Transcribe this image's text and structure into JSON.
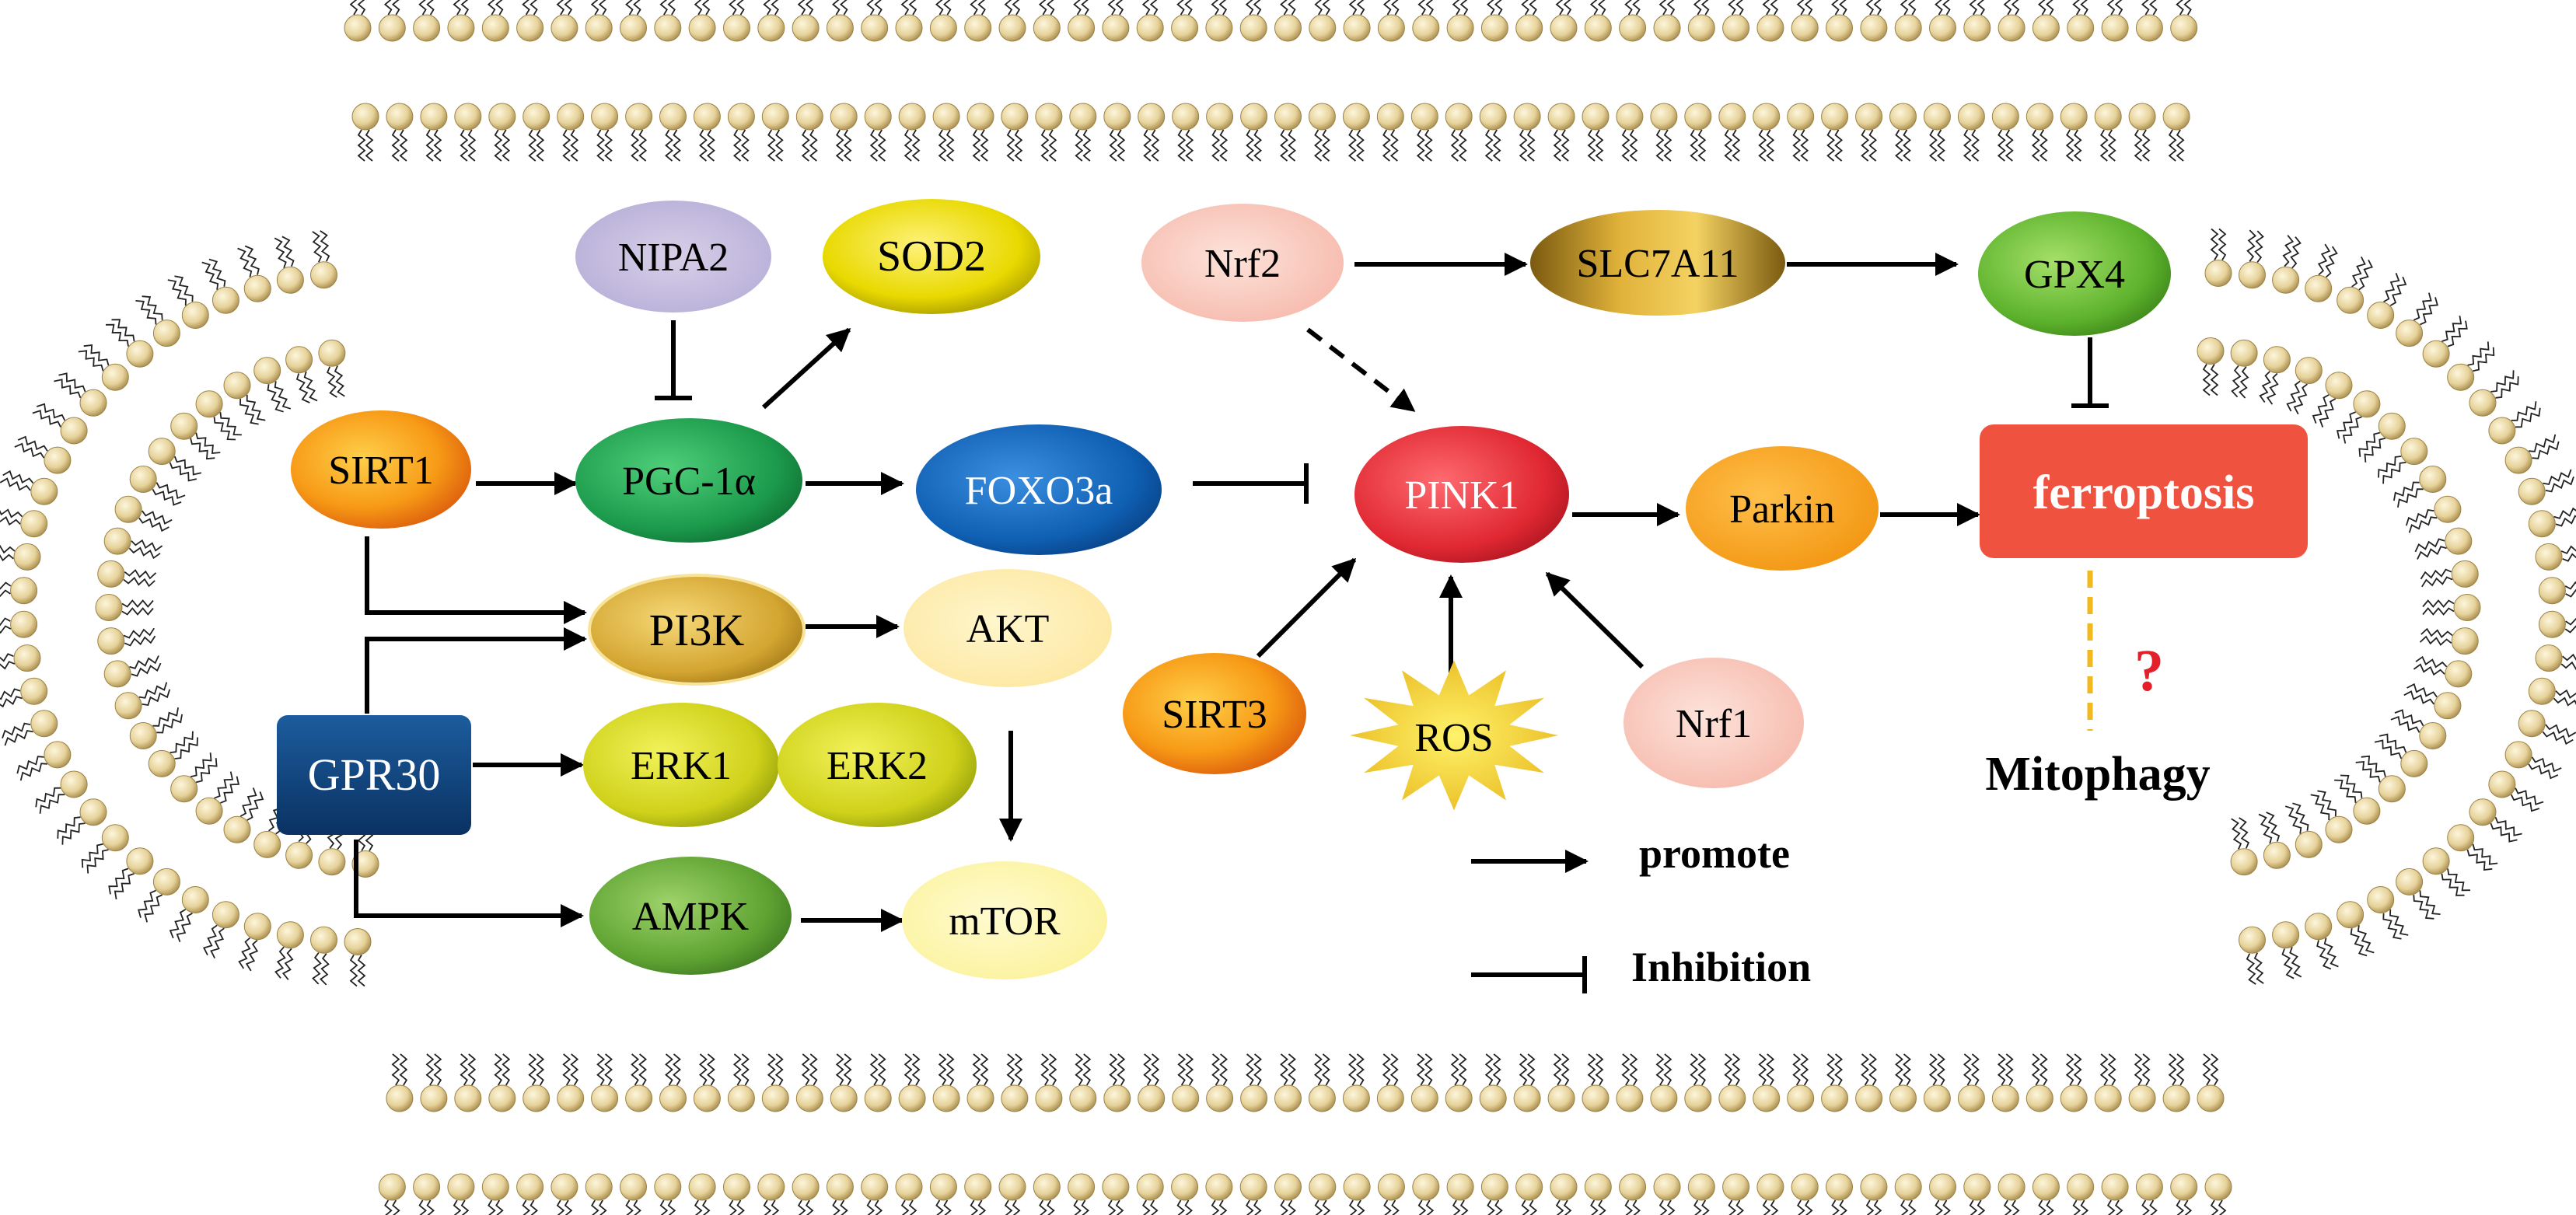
{
  "nodes": {
    "nipa2": "NIPA2",
    "sod2": "SOD2",
    "sirt1": "SIRT1",
    "pgc1a": "PGC-1α",
    "foxo3a": "FOXO3a",
    "pi3k": "PI3K",
    "akt": "AKT",
    "gpr30": "GPR30",
    "erk1": "ERK1",
    "erk2": "ERK2",
    "ampk": "AMPK",
    "mtor": "mTOR",
    "nrf2": "Nrf2",
    "slc7a11": "SLC7A11",
    "gpx4": "GPX4",
    "pink1": "PINK1",
    "parkin": "Parkin",
    "ferroptosis": "ferroptosis",
    "sirt3": "SIRT3",
    "ros": "ROS",
    "nrf1": "Nrf1",
    "mitophagy": "Mitophagy",
    "question_mark": "?"
  },
  "legend": {
    "promote": "promote",
    "inhibition": "Inhibition"
  },
  "colors": {
    "membrane_head": "#e6d29a",
    "arrow": "#000000",
    "ferroptosis_box": "#ef5340",
    "question": "#e3202a",
    "mitophagy_link": "#f2b91e"
  }
}
